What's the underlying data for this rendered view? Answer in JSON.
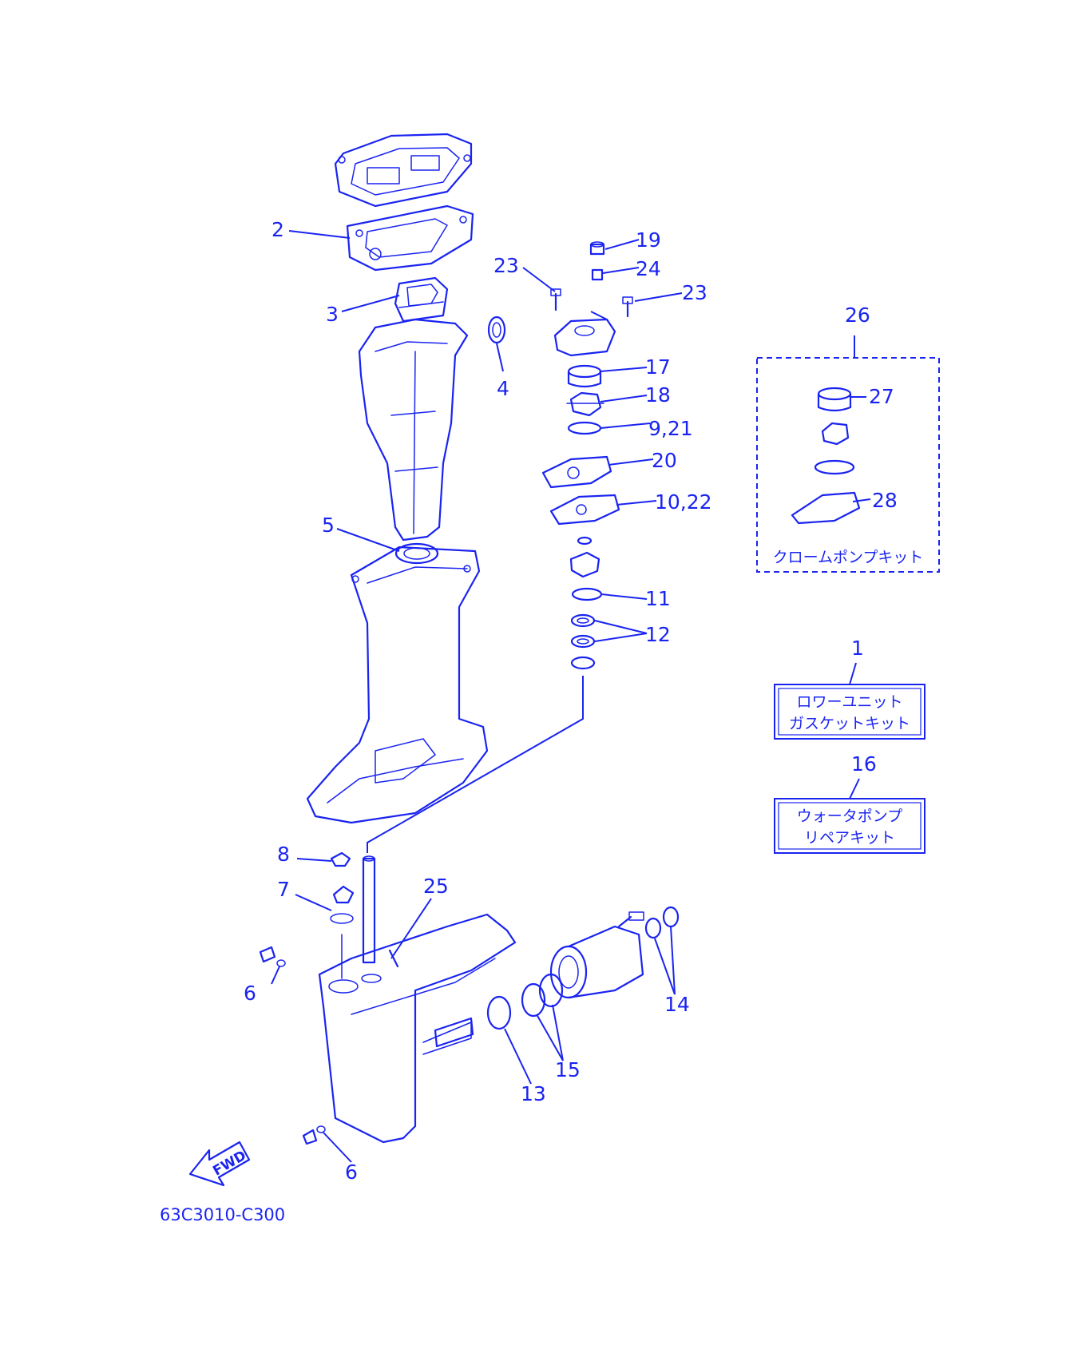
{
  "colors": {
    "ink": "#1a24f0",
    "background": "#ffffff"
  },
  "diagram_code": "63C3010-C300",
  "fwd_arrow_label": "FWD",
  "callouts": {
    "c1": "1",
    "c2": "2",
    "c3": "3",
    "c4": "4",
    "c5": "5",
    "c6a": "6",
    "c6b": "6",
    "c7": "7",
    "c8": "8",
    "c9_21": "9,21",
    "c10_22": "10,22",
    "c11": "11",
    "c12": "12",
    "c13": "13",
    "c14": "14",
    "c15": "15",
    "c16": "16",
    "c17": "17",
    "c18": "18",
    "c19": "19",
    "c20": "20",
    "c23a": "23",
    "c23b": "23",
    "c24": "24",
    "c25": "25",
    "c26": "26",
    "c27": "27",
    "c28": "28"
  },
  "kits": {
    "chrome_pump_kit": "クロームポンプキット",
    "gasket_kit_line1": "ロワーユニット",
    "gasket_kit_line2": "ガスケットキット",
    "water_pump_kit_line1": "ウォータポンプ",
    "water_pump_kit_line2": "リペアキット"
  }
}
